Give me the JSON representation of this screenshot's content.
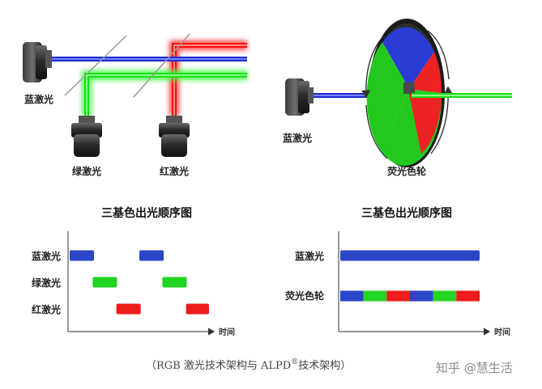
{
  "left_architecture": {
    "blue_laser_label": "蓝激光",
    "green_laser_label": "绿激光",
    "red_laser_label": "红激光"
  },
  "right_architecture": {
    "blue_laser_label": "蓝激光",
    "phosphor_wheel_label": "荧光色轮"
  },
  "left_timing": {
    "title": "三基色出光顺序图",
    "rows": [
      "蓝激光",
      "绿激光",
      "红激光"
    ],
    "x_axis_label": "时间",
    "pulses": [
      {
        "row": 0,
        "color": "#2a46c8",
        "start": 0.0,
        "end": 0.175
      },
      {
        "row": 0,
        "color": "#2a46c8",
        "start": 0.5,
        "end": 0.675
      },
      {
        "row": 1,
        "color": "#22d422",
        "start": 0.165,
        "end": 0.34
      },
      {
        "row": 1,
        "color": "#22d422",
        "start": 0.665,
        "end": 0.84
      },
      {
        "row": 2,
        "color": "#ee1c1c",
        "start": 0.335,
        "end": 0.51
      },
      {
        "row": 2,
        "color": "#ee1c1c",
        "start": 0.835,
        "end": 1.0
      }
    ]
  },
  "right_timing": {
    "title": "三基色出光顺序图",
    "rows": [
      "蓝激光",
      "荧光色轮"
    ],
    "x_axis_label": "时间",
    "continuous_color": "#2a46c8",
    "segment_colors": [
      "#2a46c8",
      "#22d422",
      "#ee1c1c",
      "#2a46c8",
      "#22d422",
      "#ee1c1c"
    ]
  },
  "caption": {
    "text": "（RGB 激光技术架构与 ALPD",
    "superscript": "®",
    "text_end": "技术架构）"
  },
  "watermark": "知乎 @慧生活",
  "colors": {
    "blue": "#2a46c8",
    "green": "#22d422",
    "red": "#ee1c1c",
    "axis": "#555555"
  }
}
